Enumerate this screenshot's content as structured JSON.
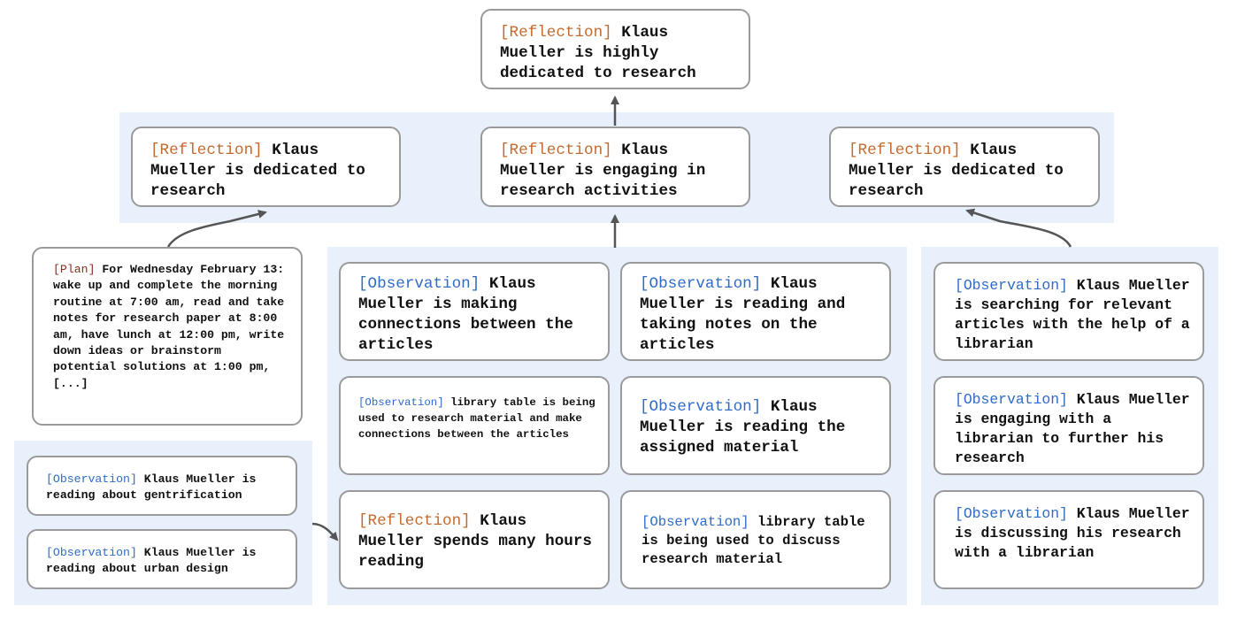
{
  "colors": {
    "reflection_tag": "#c46a2e",
    "observation_tag": "#2f6bc9",
    "plan_tag": "#8e2a1c",
    "panel_bg": "#e8f0fb",
    "box_border": "#9a9a9a",
    "arrow": "#555555"
  },
  "nodes": {
    "top_reflection": {
      "tag": "[Reflection]",
      "text": " Klaus Mueller is highly dedicated to research"
    },
    "reflection_left": {
      "tag": "[Reflection]",
      "text": " Klaus Mueller is dedicated to research"
    },
    "reflection_mid": {
      "tag": "[Reflection]",
      "text": " Klaus Mueller is engaging in research activities"
    },
    "reflection_right": {
      "tag": "[Reflection]",
      "text": " Klaus Mueller is dedicated to research"
    },
    "plan": {
      "tag": "[Plan]",
      "text": " For Wednesday February 13: wake up and complete the morning routine at 7:00 am, read and take notes for research paper at 8:00 am, have lunch at 12:00 pm, write down ideas or brainstorm potential solutions at 1:00 pm, [...]"
    },
    "obs_gentrification": {
      "tag": "[Observation]",
      "text": " Klaus Mueller is reading about gentrification"
    },
    "obs_urban_design": {
      "tag": "[Observation]",
      "text": " Klaus Mueller is reading about urban design"
    },
    "obs_making_connections": {
      "tag": "[Observation]",
      "text": " Klaus Mueller is making connections between the articles"
    },
    "obs_library_table_research": {
      "tag": "[Observation]",
      "text": " library table is being used to research material and make connections between the articles"
    },
    "refl_spends_hours": {
      "tag": "[Reflection]",
      "text": " Klaus Mueller spends many hours reading"
    },
    "obs_reading_notes": {
      "tag": "[Observation]",
      "text": " Klaus Mueller is reading and taking notes on the articles"
    },
    "obs_assigned_material": {
      "tag": "[Observation]",
      "text": " Klaus Mueller is reading the assigned material"
    },
    "obs_library_table_discuss": {
      "tag": "[Observation]",
      "text": " library table is being used to discuss research material"
    },
    "obs_searching": {
      "tag": "[Observation]",
      "text": " Klaus Mueller is searching for relevant articles with the help of a librarian"
    },
    "obs_engaging_librarian": {
      "tag": "[Observation]",
      "text": " Klaus Mueller is engaging with a librarian to further his research"
    },
    "obs_discussing": {
      "tag": "[Observation]",
      "text": " Klaus Mueller is discussing his research with a librarian"
    }
  }
}
